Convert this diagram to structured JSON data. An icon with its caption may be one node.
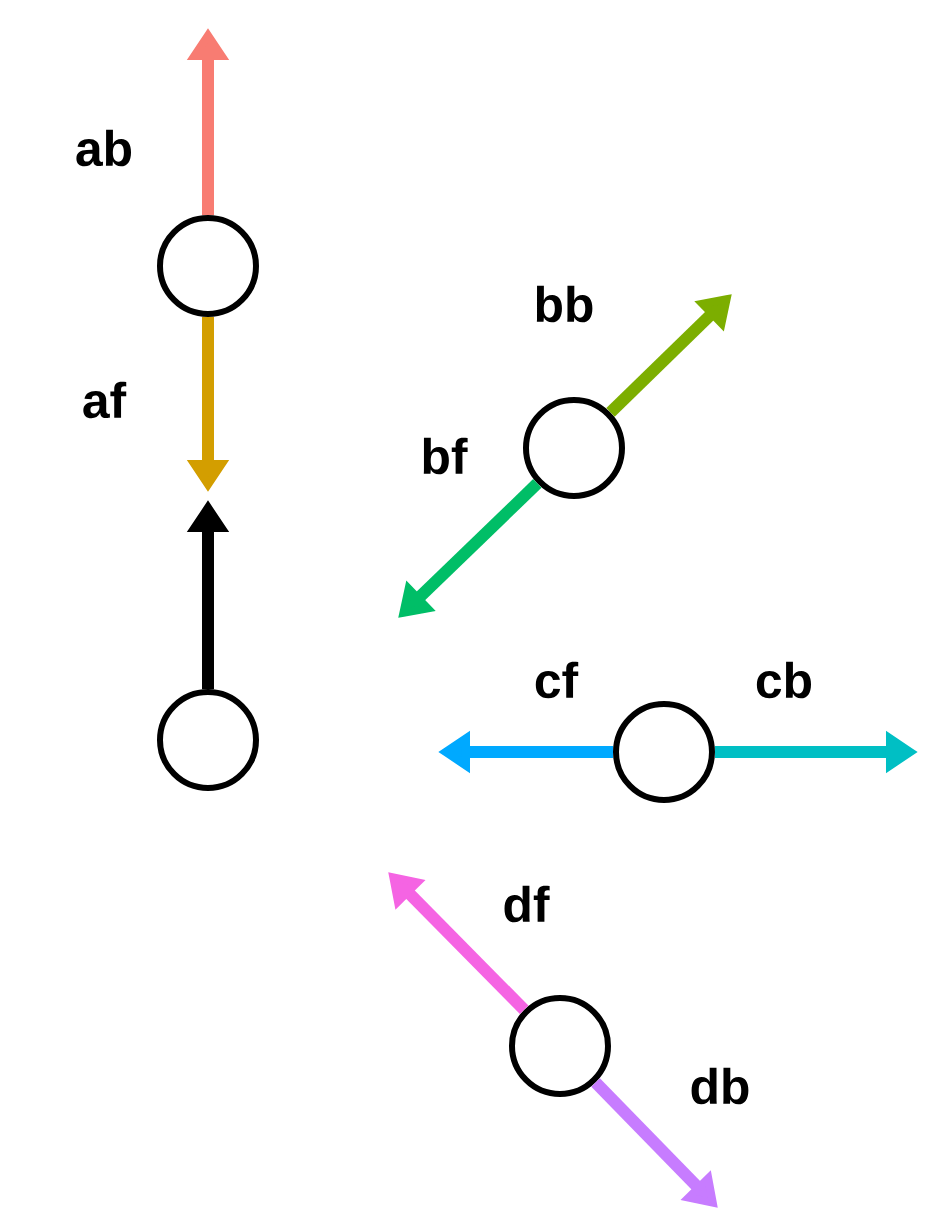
{
  "diagram": {
    "nodes": [
      {
        "text": [],
        "shape": "circle"
      },
      {
        "text": [],
        "shape": "circle"
      },
      {
        "text": [],
        "shape": "circle"
      },
      {
        "text": [],
        "shape": "circle"
      },
      {
        "text": [],
        "shape": "circle"
      }
    ],
    "edges": [
      {
        "from": 0,
        "to": null,
        "arrow": "to",
        "label": "ab",
        "color": "#f87c72"
      },
      {
        "from": 0,
        "to": null,
        "arrow": "to",
        "label": "af",
        "color": "#d39e00"
      },
      {
        "from": 1,
        "to": null,
        "arrow": "to",
        "label": "bb",
        "color": "#7cae00"
      },
      {
        "from": 1,
        "to": null,
        "arrow": "to",
        "label": "bf",
        "color": "#00be67"
      },
      {
        "from": 2,
        "to": null,
        "arrow": "to",
        "color": "#000000"
      },
      {
        "from": 3,
        "to": null,
        "arrow": "to",
        "label": "cf",
        "color": "#00a9ff"
      },
      {
        "from": 3,
        "to": null,
        "arrow": "to",
        "label": "cb",
        "color": "#00bfc4"
      },
      {
        "from": 4,
        "to": null,
        "arrow": "to",
        "label": "df",
        "color": "#f564e3"
      },
      {
        "from": 4,
        "to": null,
        "arrow": "to",
        "label": "db",
        "color": "#c77cff"
      }
    ]
  }
}
